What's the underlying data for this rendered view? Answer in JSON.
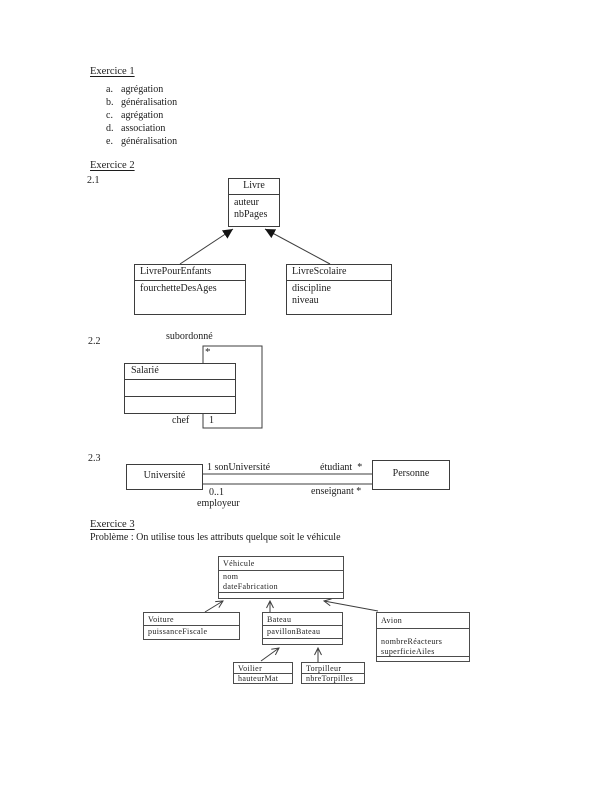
{
  "ex1": {
    "title": "Exercice 1",
    "items": [
      {
        "marker": "a.",
        "label": "agrégation"
      },
      {
        "marker": "b.",
        "label": "généralisation"
      },
      {
        "marker": "c.",
        "label": "agrégation"
      },
      {
        "marker": "d.",
        "label": "association"
      },
      {
        "marker": "e.",
        "label": "généralisation"
      }
    ]
  },
  "ex2": {
    "title": "Exercice 2",
    "s21": {
      "label": "2.1",
      "livre": {
        "name": "Livre",
        "attrs": [
          "auteur",
          "nbPages"
        ]
      },
      "livrePourEnfants": {
        "name": "LivrePourEnfants",
        "attrs": [
          "fourchetteDesAges"
        ]
      },
      "livreScolaire": {
        "name": "LivreScolaire",
        "attrs": [
          "discipline",
          "niveau"
        ]
      }
    },
    "s22": {
      "label": "2.2",
      "salarie": {
        "name": "Salarié"
      },
      "role_top": "subordonné",
      "mult_top": "*",
      "role_bottom": "chef",
      "mult_bottom": "1"
    },
    "s23": {
      "label": "2.3",
      "universite": {
        "name": "Université"
      },
      "personne": {
        "name": "Personne"
      },
      "top_left": "1 sonUniversité",
      "top_right": "étudiant  *",
      "bottom_left": "0..1",
      "bottom_right": "enseignant *",
      "bottom_role": "employeur"
    }
  },
  "ex3": {
    "title": "Exercice 3",
    "problem": "Problème : On utilise tous les attributs quelque soit le véhicule",
    "vehicule": {
      "name": "Véhicule",
      "attrs": [
        "nom",
        "dateFabrication"
      ]
    },
    "voiture": {
      "name": "Voiture",
      "attrs": [
        "puissanceFiscale"
      ]
    },
    "bateau": {
      "name": "Bateau",
      "attrs": [
        "pavillonBateau"
      ]
    },
    "avion": {
      "name": "Avion",
      "attrs": [
        "nombreRéacteurs",
        "superficieAiles"
      ]
    },
    "voilier": {
      "name": "Voilier",
      "attrs": [
        "hauteurMat"
      ]
    },
    "torpilleur": {
      "name": "Torpilleur",
      "attrs": [
        "nbreTorpilles"
      ]
    }
  },
  "colors": {
    "ink": "#1c1c1c",
    "line": "#3d3d3d",
    "paper": "#ffffff"
  }
}
